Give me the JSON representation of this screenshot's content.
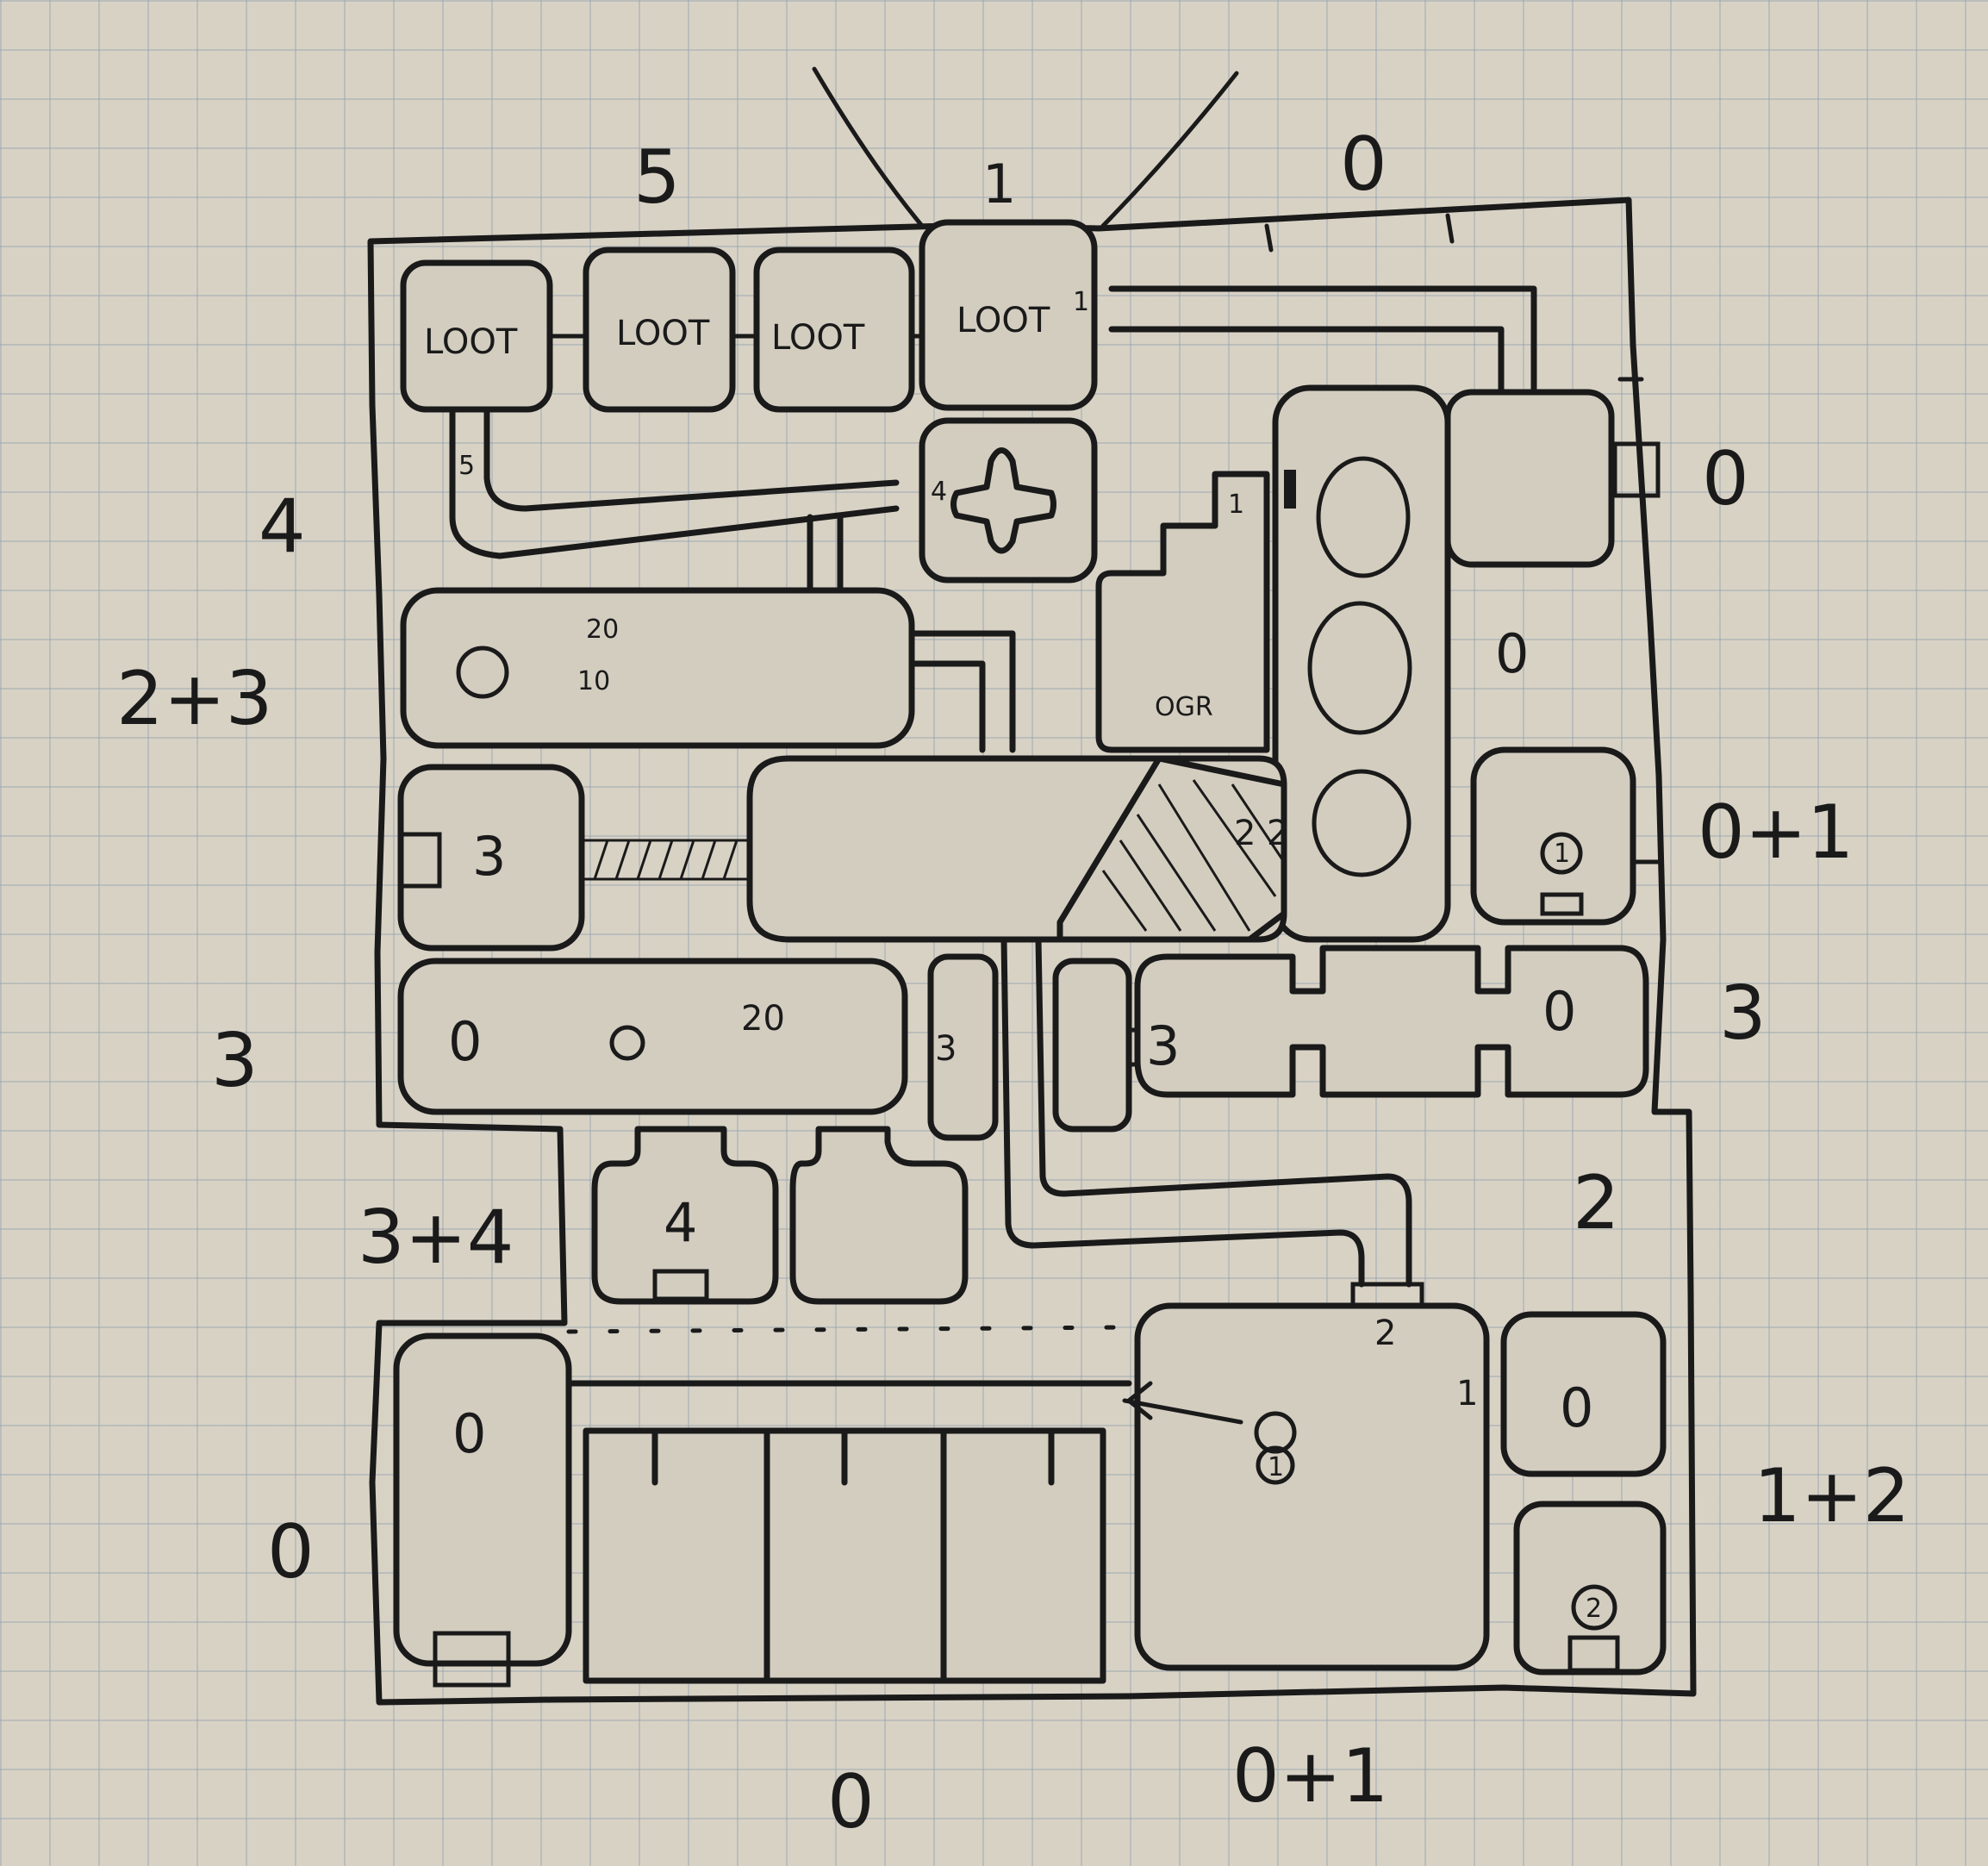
{
  "colors": {
    "paper": "#d8d2c5",
    "ink": "#1a1a1a",
    "grid": "#96a5af"
  },
  "edge_labels": {
    "top_left": "5",
    "top_center": "1",
    "top_right": "0",
    "left_upper": "4",
    "left_2": "2+3",
    "left_3": "3",
    "left_4": "3+4",
    "left_lower": "0",
    "right_upper": "0",
    "right_2": "0+1",
    "right_3": "3",
    "right_4": "2",
    "right_lower": "1+2",
    "bottom_left": "0",
    "bottom_right": "0+1"
  },
  "rooms": {
    "loot_1": "LOOT",
    "loot_2": "LOOT",
    "loot_3": "LOOT",
    "loot_4": "LOOT",
    "loot_4_door": "1",
    "corridor_mark": "5",
    "cross_room_mark": "4",
    "egg_room_door": "1",
    "right_room_zero": "0",
    "skull_note_a": "20",
    "skull_note_b": "10",
    "ogre_note": "OGR",
    "left_room_three": "3",
    "egg_door_label": "2",
    "egg_door_label_b": "2",
    "small_room_one": "1",
    "long_room_zero": "0",
    "long_room_note": "20",
    "side_room_three": "3",
    "wide_room_three": "3",
    "wide_room_zero": "0",
    "small_room_four": "4",
    "big_room_two": "2",
    "big_room_one": "1",
    "right_small_zero": "0",
    "right_small_door": "1",
    "right_small_two": "2",
    "bottom_left_room": "0"
  }
}
